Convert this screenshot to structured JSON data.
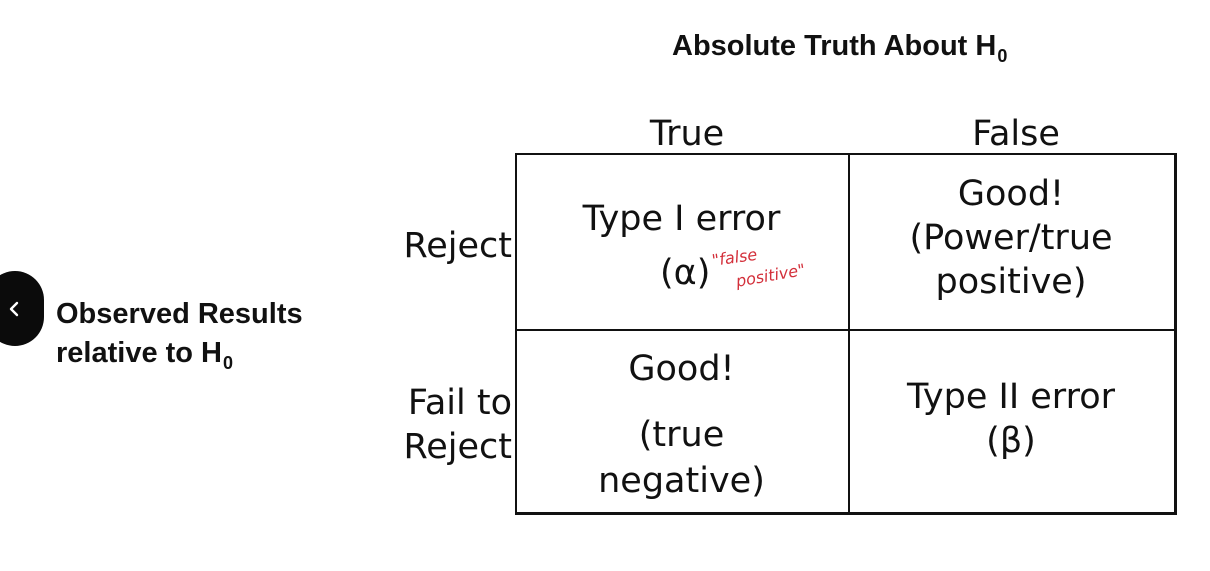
{
  "header": {
    "title": "Absolute Truth About H",
    "title_subscript": "0"
  },
  "columns": [
    "True",
    "False"
  ],
  "side": {
    "line1": "Observed Results",
    "line2": "relative to H",
    "line2_subscript": "0"
  },
  "rows": {
    "reject": "Reject",
    "fail_line1": "Fail to",
    "fail_line2": "Reject"
  },
  "cells": {
    "reject_true_line1": "Type I error",
    "reject_true_line2": "(α)",
    "reject_false_line1": "Good!",
    "reject_false_line2": "(Power/true",
    "reject_false_line3": "positive)",
    "fail_true_line1": "Good!",
    "fail_true_line2": "(true",
    "fail_true_line3": "negative)",
    "fail_false_line1": "Type II error",
    "fail_false_line2": "(β)"
  },
  "annotation": {
    "line1": "\"false",
    "line2": "positive\"",
    "color": "#d32f3a"
  },
  "nav": {
    "back_icon": "chevron-left-icon"
  }
}
